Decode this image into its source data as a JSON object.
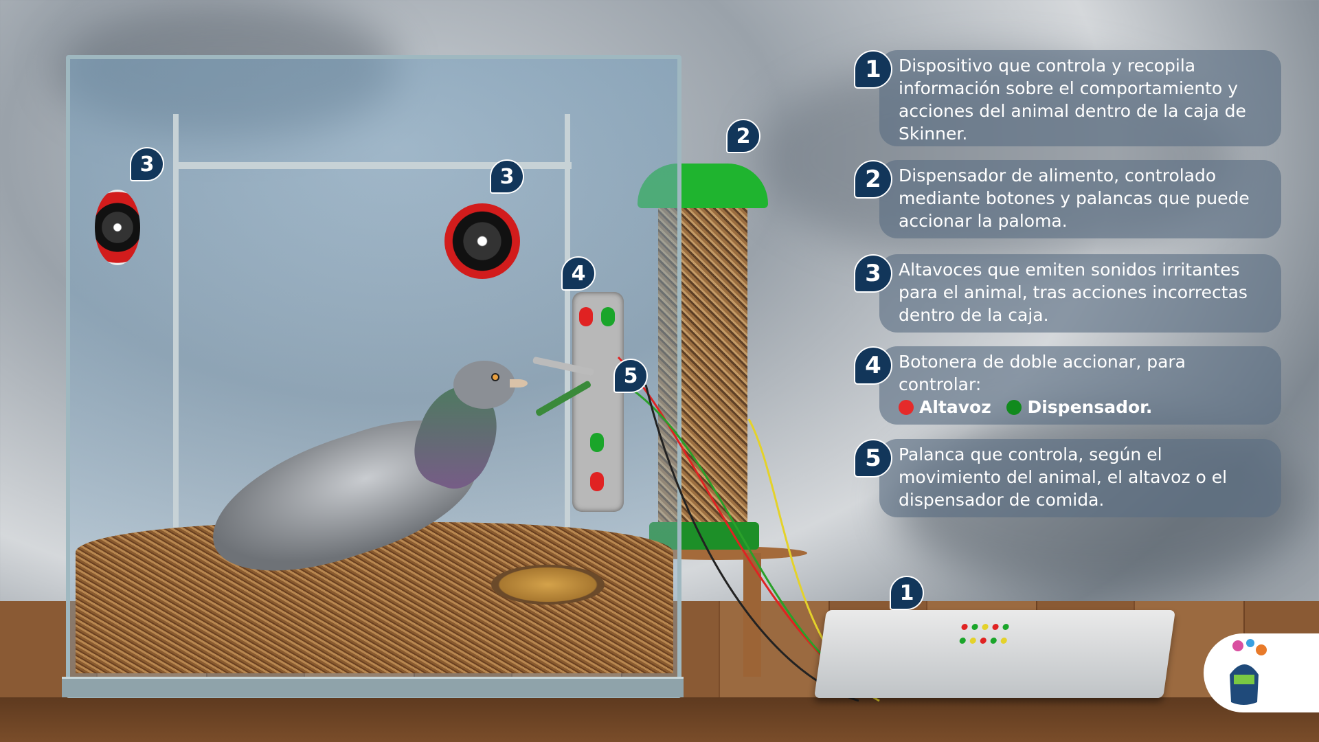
{
  "callouts": {
    "c1": "1",
    "c2": "2",
    "c3a": "3",
    "c3b": "3",
    "c4": "4",
    "c5": "5"
  },
  "legend": [
    {
      "number": "1",
      "text": "Dispositivo que controla y recopila información sobre el comportamiento y acciones del animal dentro de la caja de Skinner."
    },
    {
      "number": "2",
      "text": "Dispensador de alimento, controlado mediante botones y palancas que puede accionar la paloma."
    },
    {
      "number": "3",
      "text": "Altavoces que emiten sonidos irritantes para el animal, tras acciones incorrectas dentro de la caja."
    },
    {
      "number": "4",
      "text": "Botonera  de doble accionar, para controlar:",
      "key_red": "Altavoz",
      "key_green": "Dispensador."
    },
    {
      "number": "5",
      "text": "Palanca que controla, según el movimiento del animal, el altavoz o el dispensador de comida."
    }
  ],
  "colors": {
    "callout": "#12365a",
    "red_key": "#e52a2a",
    "green_key": "#118a1d",
    "feeder": "#1fb42f"
  }
}
